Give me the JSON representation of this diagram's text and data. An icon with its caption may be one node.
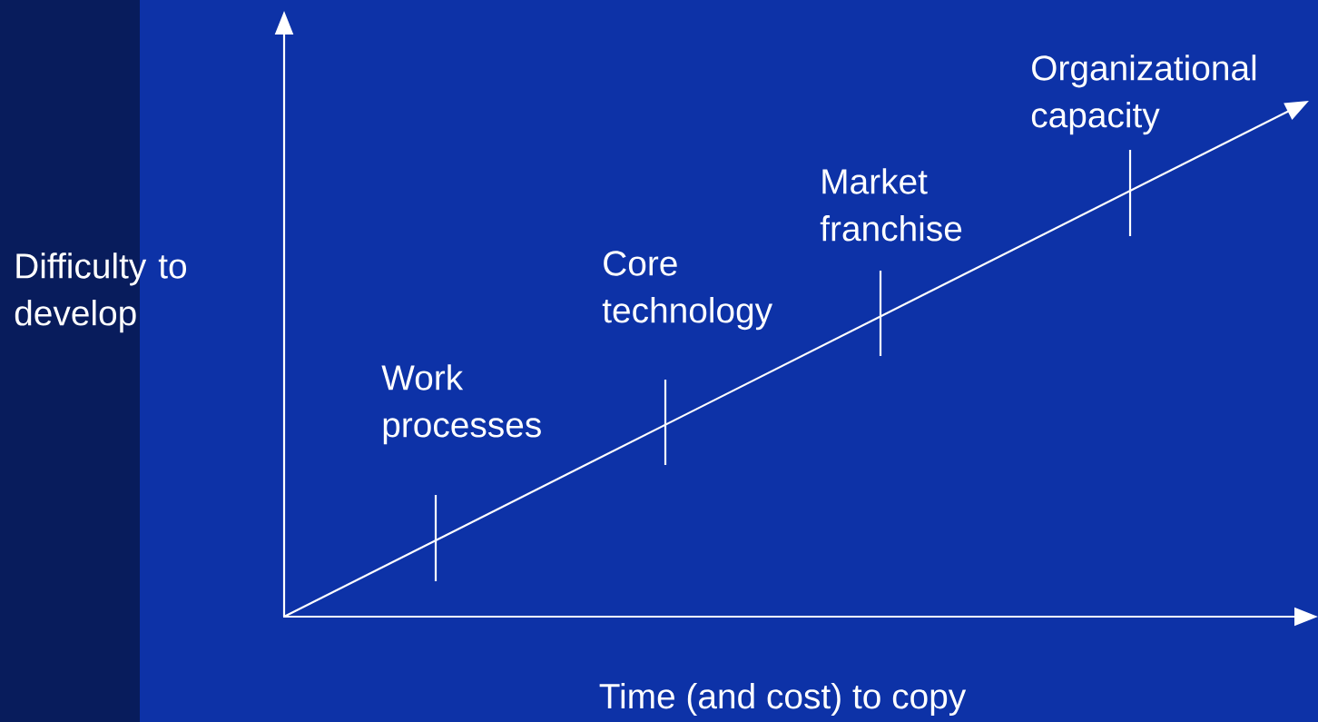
{
  "diagram": {
    "labels": [
      "Organizational capacity",
      "Market franchise",
      "Difficulty to develop",
      "Core technology",
      "Work processes",
      "Time (and cost) to copy"
    ]
  }
}
